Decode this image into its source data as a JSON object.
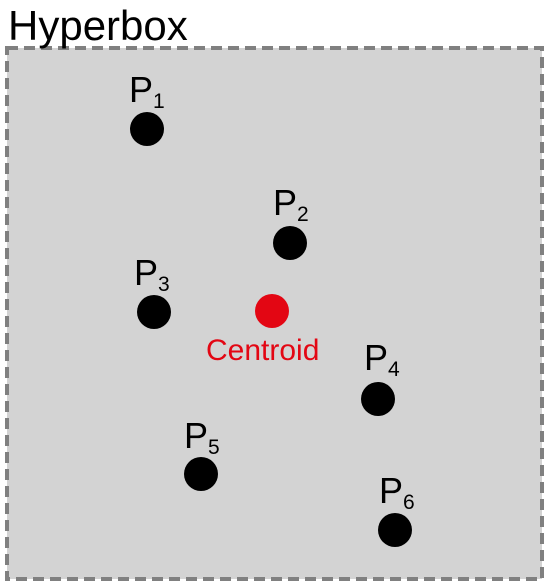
{
  "title": "Hyperbox",
  "colors": {
    "box_fill": "#d3d3d3",
    "box_border": "#808080",
    "point": "#000000",
    "centroid": "#e30613"
  },
  "points": [
    {
      "label": "P",
      "subscript": "1"
    },
    {
      "label": "P",
      "subscript": "2"
    },
    {
      "label": "P",
      "subscript": "3"
    },
    {
      "label": "P",
      "subscript": "4"
    },
    {
      "label": "P",
      "subscript": "5"
    },
    {
      "label": "P",
      "subscript": "6"
    }
  ],
  "centroid": {
    "label": "Centroid"
  }
}
